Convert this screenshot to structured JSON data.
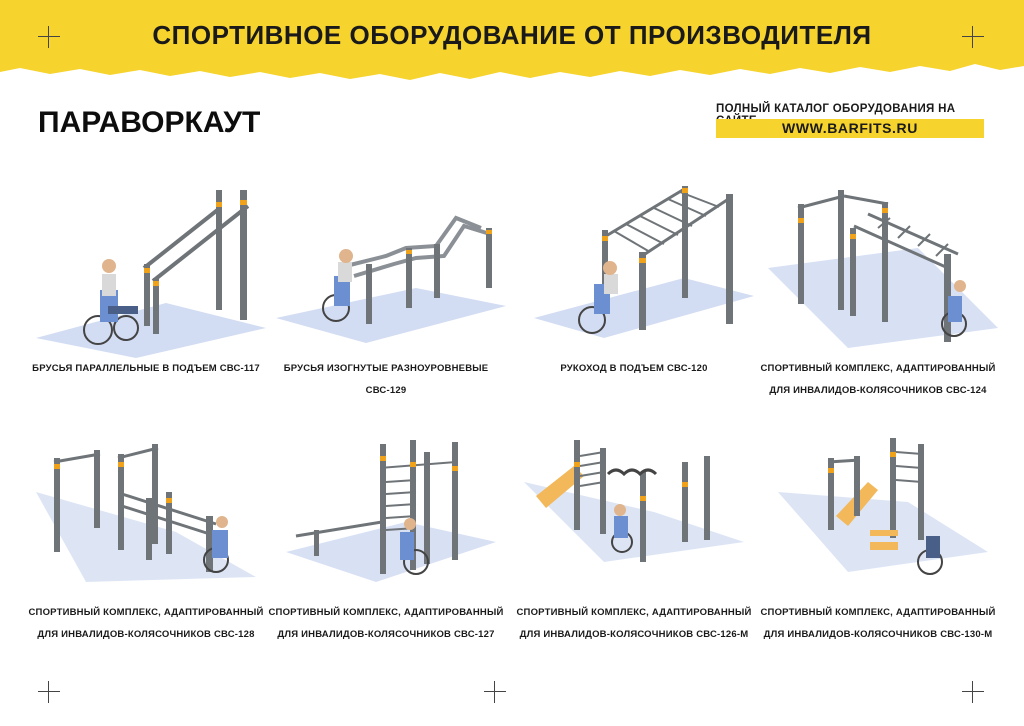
{
  "banner": {
    "title": "СПОРТИВНОЕ ОБОРУДОВАНИЕ ОТ ПРОИЗВОДИТЕЛЯ",
    "color": "#f6d32d"
  },
  "section": {
    "title": "ПАРАВОРКАУТ"
  },
  "catalog": {
    "caption": "ПОЛНЫЙ КАТАЛОГ ОБОРУДОВАНИЯ НА САЙТЕ",
    "url": "WWW.BARFITS.RU"
  },
  "colors": {
    "accent": "#f6d32d",
    "pole": "#6f7478",
    "clamp": "#f0a21a",
    "shadow": "#c7d3ef",
    "ramp": "#f2b85a"
  },
  "items": [
    {
      "line1": "БРУСЬЯ ПАРАЛЛЕЛЬНЫЕ В ПОДЪЕМ СВС-117",
      "line2": ""
    },
    {
      "line1": "БРУСЬЯ ИЗОГНУТЫЕ РАЗНОУРОВНЕВЫЕ",
      "line2": "СВС-129"
    },
    {
      "line1": "РУКОХОД В ПОДЪЕМ СВС-120",
      "line2": ""
    },
    {
      "line1": "СПОРТИВНЫЙ КОМПЛЕКС, АДАПТИРОВАННЫЙ",
      "line2": "ДЛЯ ИНВАЛИДОВ-КОЛЯСОЧНИКОВ СВС-124"
    },
    {
      "line1": "СПОРТИВНЫЙ КОМПЛЕКС, АДАПТИРОВАННЫЙ",
      "line2": "ДЛЯ ИНВАЛИДОВ-КОЛЯСОЧНИКОВ СВС-128"
    },
    {
      "line1": "СПОРТИВНЫЙ КОМПЛЕКС, АДАПТИРОВАННЫЙ",
      "line2": "ДЛЯ ИНВАЛИДОВ-КОЛЯСОЧНИКОВ СВС-127"
    },
    {
      "line1": "СПОРТИВНЫЙ КОМПЛЕКС, АДАПТИРОВАННЫЙ",
      "line2": "ДЛЯ ИНВАЛИДОВ-КОЛЯСОЧНИКОВ СВС-126-М"
    },
    {
      "line1": "СПОРТИВНЫЙ КОМПЛЕКС, АДАПТИРОВАННЫЙ",
      "line2": "ДЛЯ ИНВАЛИДОВ-КОЛЯСОЧНИКОВ СВС-130-М"
    }
  ]
}
